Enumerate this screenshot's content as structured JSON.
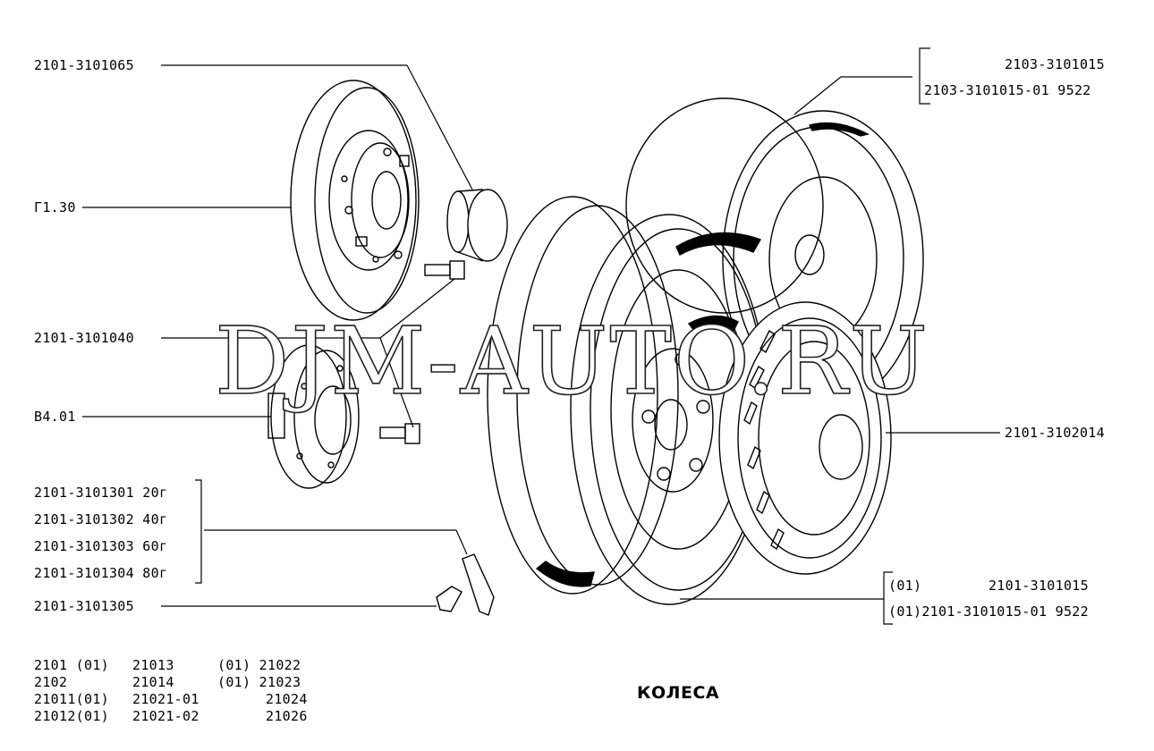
{
  "title": "КОЛЕСА",
  "watermark": "DJM-AUTO.RU",
  "labels_left": {
    "cap": "2101-3101065",
    "disc": "Г1.30",
    "bolt": "2101-3101040",
    "hub": "В4.01",
    "weights": [
      "2101-3101301 20г",
      "2101-3101302 40г",
      "2101-3101303 60г",
      "2101-3101304 80г"
    ],
    "valve": "2101-3101305"
  },
  "labels_right": {
    "rear_wheel": [
      "2103-3101015",
      "2103-3101015-01 9522"
    ],
    "hubcap": "2101-3102014",
    "front_wheel": [
      "(01)        2101-3101015",
      "(01)2101-3101015-01 9522"
    ]
  },
  "applicability": {
    "rows": [
      [
        "2101 (01)",
        "21013",
        "(01) 21022"
      ],
      [
        "2102",
        "21014",
        "(01) 21023"
      ],
      [
        "21011(01)",
        "21021-01",
        "21024"
      ],
      [
        "21012(01)",
        "21021-02",
        "21026"
      ]
    ]
  }
}
